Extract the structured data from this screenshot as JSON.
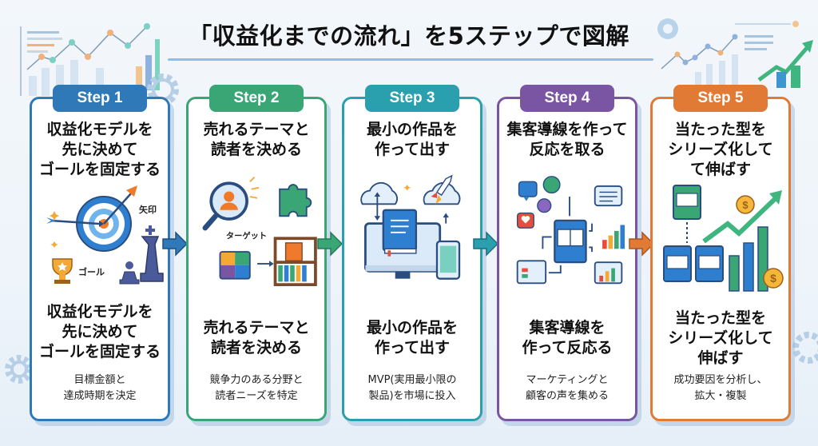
{
  "title": "「収益化までの流れ」を5ステップで図解",
  "colors": {
    "step1": "#2f79b8",
    "step2": "#3aa676",
    "step3": "#2a9fae",
    "step4": "#7a55a3",
    "step5": "#e07a35"
  },
  "steps": [
    {
      "badge": "Step 1",
      "heading": "収益化モデルを\n先に決めて\nゴールを固定する",
      "heading_repeat": "収益化モデルを\n先に決めて\nゴールを固定する",
      "description": "目標金額と\n達成時期を決定",
      "illustration_labels": [
        "矢印",
        "ゴール"
      ],
      "icons": [
        "target-icon",
        "arrow-icon",
        "trophy-icon",
        "chess-king-icon",
        "chess-pawn-icon"
      ]
    },
    {
      "badge": "Step 2",
      "heading": "売れるテーマと\n読者を決める",
      "heading_repeat": "売れるテーマと\n読者を決める",
      "description": "競争力のある分野と\n読者ニーズを特定",
      "illustration_labels": [
        "ターゲット"
      ],
      "icons": [
        "magnifier-person-icon",
        "puzzle-piece-icon",
        "puzzle-grid-icon",
        "bookshelf-icon"
      ]
    },
    {
      "badge": "Step 3",
      "heading": "最小の作品を\n作って出す",
      "heading_repeat": "最小の作品を\n作って出す",
      "description": "MVP(実用最小限の\n製品)を市場に投入",
      "illustration_labels": [],
      "icons": [
        "cloud-upload-icon",
        "rocket-icon",
        "book-icon",
        "monitor-icon",
        "tablet-icon"
      ]
    },
    {
      "badge": "Step 4",
      "heading": "集客導線を作って\n反応を取る",
      "heading_repeat": "集客導線を\n作って反応る",
      "description": "マーケティングと\n顧客の声を集める",
      "illustration_labels": [],
      "icons": [
        "thumbs-up-icon",
        "share-icon",
        "heart-icon",
        "chat-icon",
        "open-book-icon",
        "bar-chart-icon",
        "webpage-icon"
      ]
    },
    {
      "badge": "Step 5",
      "heading": "当たった型を\nシリーズ化して\nて伸ばす",
      "heading_repeat": "当たった型を\nシリーズ化して\n伸ばす",
      "description": "成功要因を分析し、\n拡大・複製",
      "illustration_labels": [],
      "icons": [
        "book-series-icon",
        "growth-arrow-icon",
        "coin-icon",
        "bar-chart-icon"
      ]
    }
  ]
}
